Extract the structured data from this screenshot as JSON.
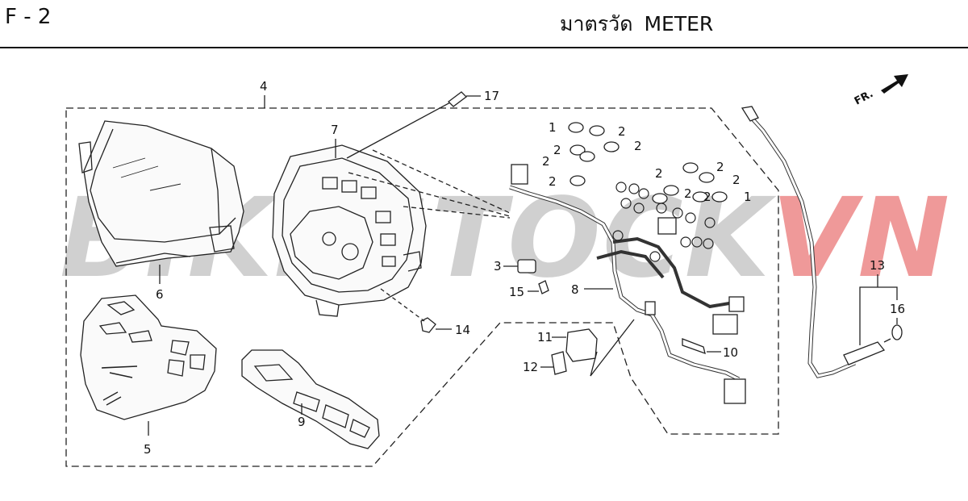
{
  "header": {
    "page_code": "F - 2",
    "title_th": "มาตรวัด",
    "title_en": "METER"
  },
  "watermark": {
    "text_gray": "BIKESTOCK",
    "text_red": "VN",
    "color_gray": "#9a9a9a",
    "color_red": "#e24646"
  },
  "direction_marker": "FR.",
  "callouts": {
    "c1a": "1",
    "c1b": "1",
    "c2a": "2",
    "c2b": "2",
    "c2c": "2",
    "c2d": "2",
    "c2e": "2",
    "c2f": "2",
    "c2g": "2",
    "c2h": "2",
    "c2i": "2",
    "c2j": "2",
    "c3": "3",
    "c4": "4",
    "c5": "5",
    "c6": "6",
    "c7": "7",
    "c8": "8",
    "c9": "9",
    "c10": "10",
    "c11": "11",
    "c12": "12",
    "c13": "13",
    "c14": "14",
    "c15": "15",
    "c16": "16",
    "c17": "17"
  }
}
